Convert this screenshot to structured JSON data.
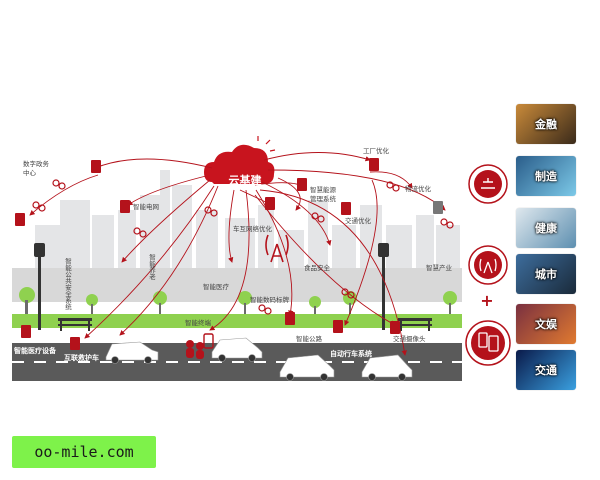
{
  "center": {
    "title": "云基建"
  },
  "labels": {
    "digital_gov": "数字政务",
    "digital_gov_center": "中心",
    "factory_opt": "工厂优化",
    "smart_grid": "智能电网",
    "smart_energy": "智慧能源",
    "smart_energy_2": "管理系统",
    "logistics_opt": "物流优化",
    "interconnect_opt": "车互网络优化",
    "traffic_opt": "交通优化",
    "food_safety": "食品安全",
    "smart_medical": "智能医疗",
    "smart_industry": "智慧产业",
    "smart_pension": "智能养老",
    "smart_public_safety": "智能公共安全系统",
    "smart_digital_sign": "智能数码标牌",
    "smart_terminal": "智能终端",
    "smart_road": "智能公路",
    "traffic_camera": "交通摄像头",
    "smart_medical_device": "智能医疗设备",
    "connected_ambulance": "互联救护车",
    "autonomous_driving": "自动行车系统"
  },
  "thumbnails": [
    {
      "label": "金融"
    },
    {
      "label": "制造"
    },
    {
      "label": "健康"
    },
    {
      "label": "城市"
    },
    {
      "label": "文娱"
    },
    {
      "label": "交通"
    }
  ],
  "watermark": {
    "text": "oo-mile.com"
  },
  "colors": {
    "accent": "#b4121b",
    "green": "#8fd14f",
    "road": "#555555"
  }
}
